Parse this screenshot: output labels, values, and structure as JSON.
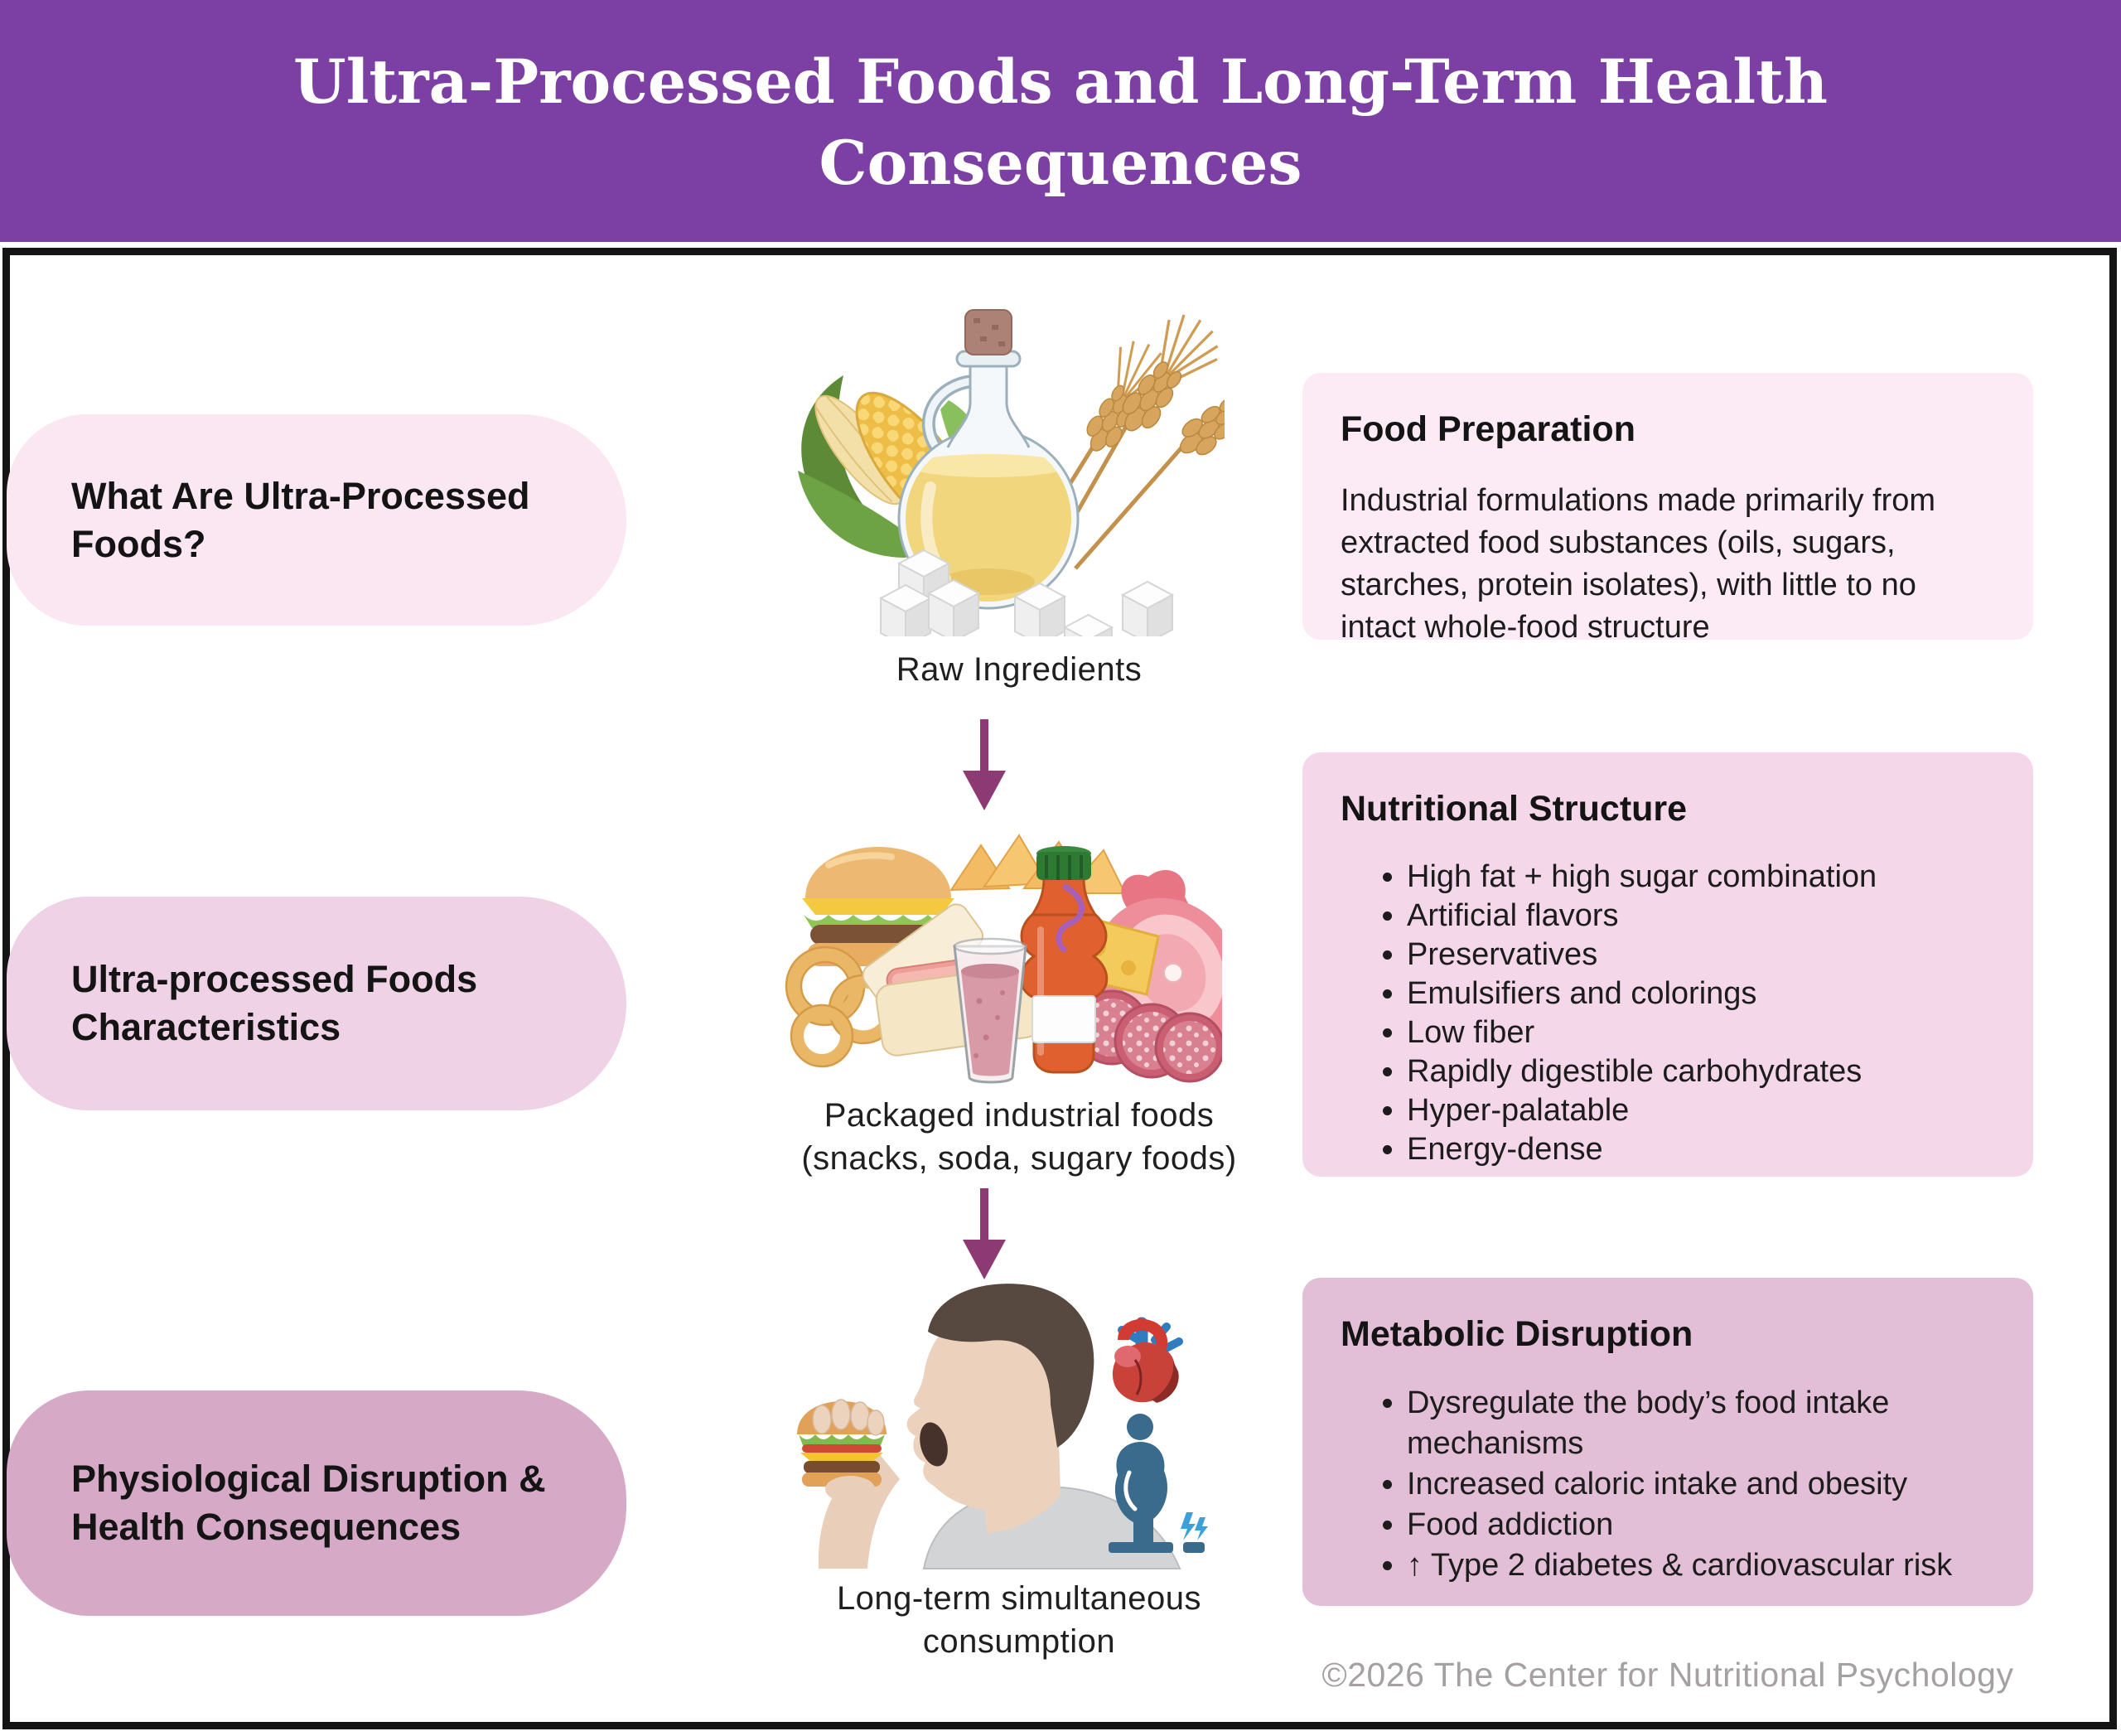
{
  "header": {
    "title_lines": [
      "Ultra-Processed Foods and Long-Term Health",
      "Consequences"
    ]
  },
  "stages": {
    "labels": [
      {
        "lines": [
          "What Are Ultra-Processed",
          "Foods?"
        ]
      },
      {
        "lines": [
          "Ultra-processed Foods",
          "Characteristics"
        ]
      },
      {
        "lines": [
          "Physiological Disruption &",
          "Health Consequences"
        ]
      }
    ],
    "figures": [
      {
        "icon": "raw-ingredients-corn-oil-wheat-sugar",
        "caption_lines": [
          "Raw Ingredients"
        ]
      },
      {
        "icon": "packaged-industrial-foods",
        "caption_lines": [
          "Packaged industrial foods",
          "(snacks, soda, sugary foods)"
        ]
      },
      {
        "icon": "person-eating-burger-heart-scale",
        "caption_lines": [
          "Long-term simultaneous",
          "consumption"
        ]
      }
    ]
  },
  "info_boxes": [
    {
      "title": "Food Preparation",
      "body_lines": [
        "Industrial formulations made primarily from",
        "extracted food substances (oils, sugars,",
        "starches, protein isolates), with little to no",
        "intact whole-food structure"
      ]
    },
    {
      "title": "Nutritional Structure",
      "bullets": [
        "High fat + high sugar combination",
        "Artificial flavors",
        "Preservatives",
        "Emulsifiers and colorings",
        "Low fiber",
        "Rapidly digestible carbohydrates",
        "Hyper-palatable",
        "Energy-dense"
      ]
    },
    {
      "title": "Metabolic Disruption",
      "bullets": [
        "Dysregulate the body’s food intake mechanisms",
        "Increased caloric intake and obesity",
        "Food addiction",
        "↑ Type 2 diabetes & cardiovascular risk"
      ]
    }
  ],
  "footer": {
    "copyright": "©2026 The Center for Nutritional Psychology"
  },
  "colors": {
    "header_bg": "#7c3fa4",
    "frame_border": "#141414",
    "arrow": "#8d3a74",
    "label_bgs": [
      "#fae7f1",
      "#efd2e5",
      "#d6a9c7"
    ],
    "box_bgs": [
      "#fceaf4",
      "#f5d7ea",
      "#e2bfd6"
    ],
    "footer_text": "#a5a1a3"
  }
}
